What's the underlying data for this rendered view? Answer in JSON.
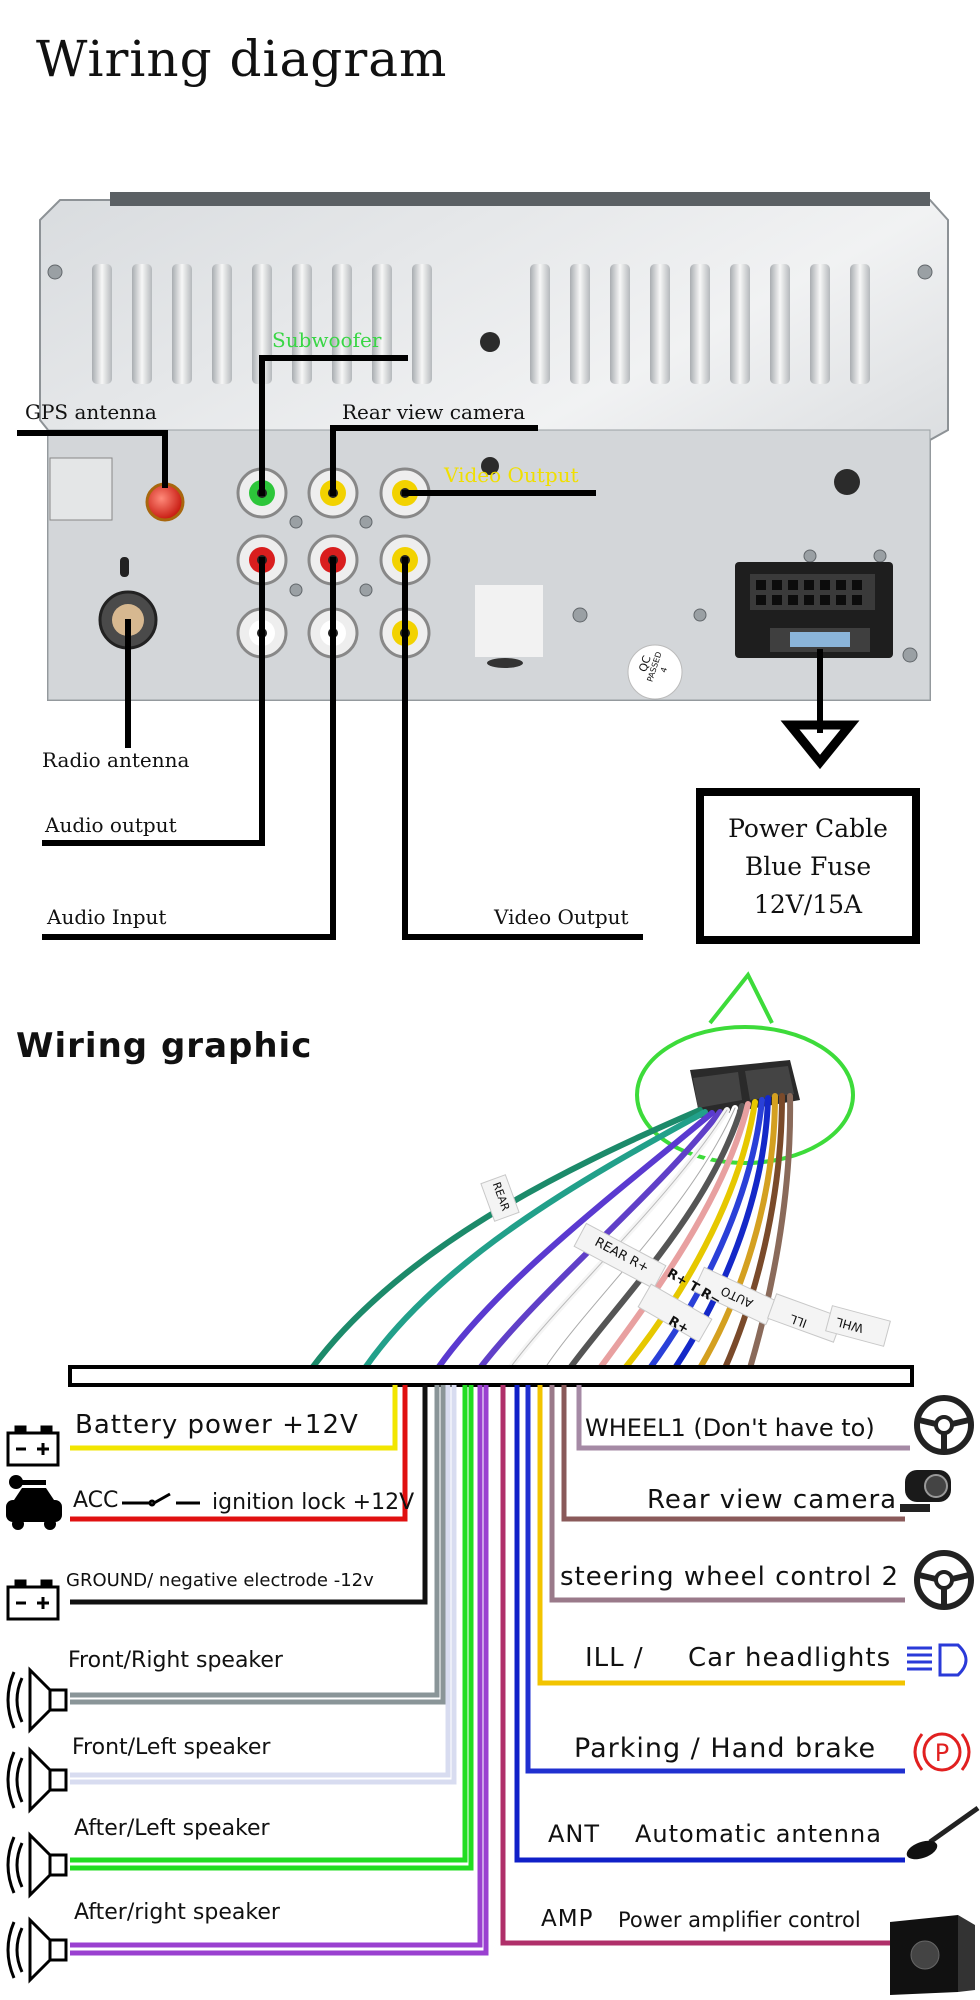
{
  "title": "Wiring diagram",
  "subtitle": "Wiring graphic",
  "top_labels": {
    "subwoofer": "Subwoofer",
    "gps_antenna": "GPS antenna",
    "rear_view_camera": "Rear view camera",
    "video_output_top": "Video Output",
    "radio_antenna": "Radio antenna",
    "audio_output": "Audio output",
    "audio_input": "Audio Input",
    "video_output_bottom": "Video Output"
  },
  "qc_stamp": {
    "line1": "QC",
    "line2": "PASSED",
    "line3": "4"
  },
  "power_box": {
    "line1": "Power Cable",
    "line2": "Blue Fuse",
    "line3": "12V/15A"
  },
  "harness_tags": [
    "REAR",
    "REAR R+",
    "R+ T R−",
    "R+",
    "AUTO",
    "ILL",
    "WHL"
  ],
  "left_wires": [
    {
      "label": "Battery  power  +12V",
      "color": "#f2e600"
    },
    {
      "label_a": "ACC",
      "label_b": "ignition  lock +12V",
      "color": "#e01010"
    },
    {
      "label": "GROUND/ negative electrode  -12v",
      "color": "#111111"
    },
    {
      "label": "Front/Right  speaker",
      "color": "#8a9598"
    },
    {
      "label": "Front/Left  speaker",
      "color": "#d8dcf0"
    },
    {
      "label": "After/Left  speaker",
      "color": "#22dd22"
    },
    {
      "label": "After/right  speaker",
      "color": "#9a40d0"
    }
  ],
  "right_wires": [
    {
      "label": "WHEEL1  (Don't have to)",
      "color": "#a58aa5"
    },
    {
      "label": "Rear  view  camera",
      "color": "#8a5a5a"
    },
    {
      "label": "steering  wheel  control  2",
      "color": "#9a7a8a"
    },
    {
      "label_a": "ILL  /",
      "label_b": "Car  headlights",
      "color": "#f2c400"
    },
    {
      "label": "Parking  /  Hand  brake",
      "color": "#2030d0"
    },
    {
      "label_a": "ANT",
      "label_b": "Automatic  antenna",
      "color": "#1020c8"
    },
    {
      "label_a": "AMP",
      "label_b": "Power  amplifier  control",
      "color": "#b0306a"
    }
  ],
  "icons": {
    "battery": "battery-icon",
    "car_key": "car-key-icon",
    "speaker": "speaker-icon",
    "steering_wheel": "steering-wheel-icon",
    "camera": "camera-icon",
    "headlight": "headlight-icon",
    "parking": "parking-icon",
    "parking_letter": "P",
    "antenna": "antenna-icon",
    "subwoofer_box": "subwoofer-box-icon"
  }
}
